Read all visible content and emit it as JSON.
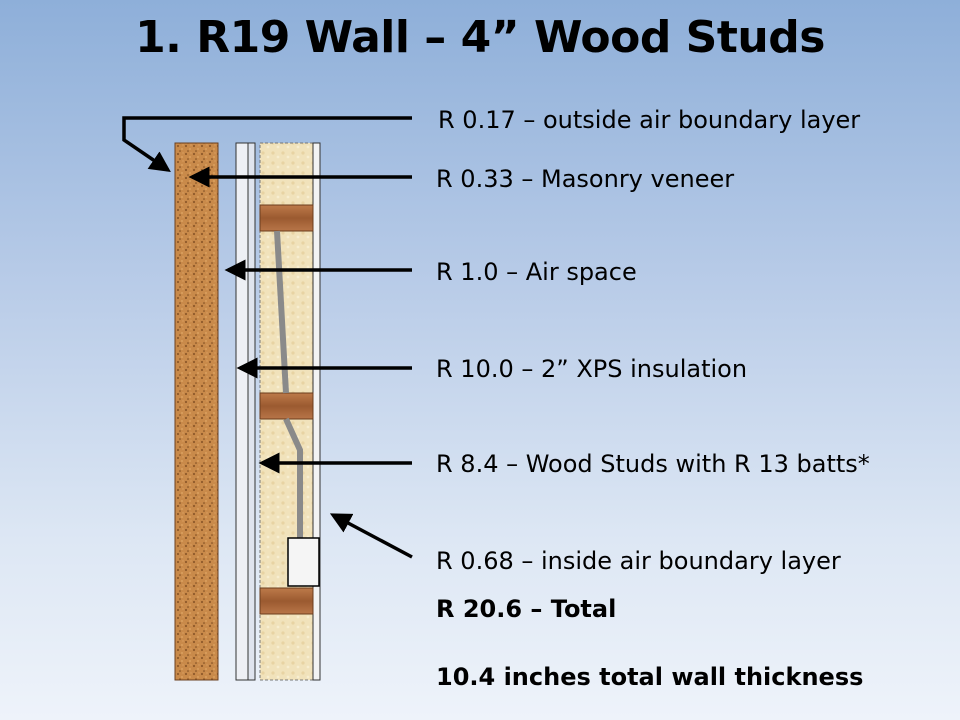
{
  "slide": {
    "title": "1. R19 Wall – 4” Wood Studs"
  },
  "layers": [
    {
      "label": "R 0.17 – outside air boundary layer"
    },
    {
      "label": "R 0.33 – Masonry veneer"
    },
    {
      "label": "R 1.0 – Air space"
    },
    {
      "label": "R 10.0 – 2” XPS insulation"
    },
    {
      "label": "R 8.4 – Wood Studs with R 13 batts*"
    },
    {
      "label": "R 0.68 – inside air boundary layer"
    }
  ],
  "total": {
    "label": "R 20.6 – Total",
    "thickness": "10.4 inches total wall thickness"
  },
  "colors": {
    "brick": "#c98a4a",
    "stud": "#a7653a",
    "batt": "#f1e2bb",
    "xps": "#eef0f5",
    "arrow": "#000000"
  }
}
